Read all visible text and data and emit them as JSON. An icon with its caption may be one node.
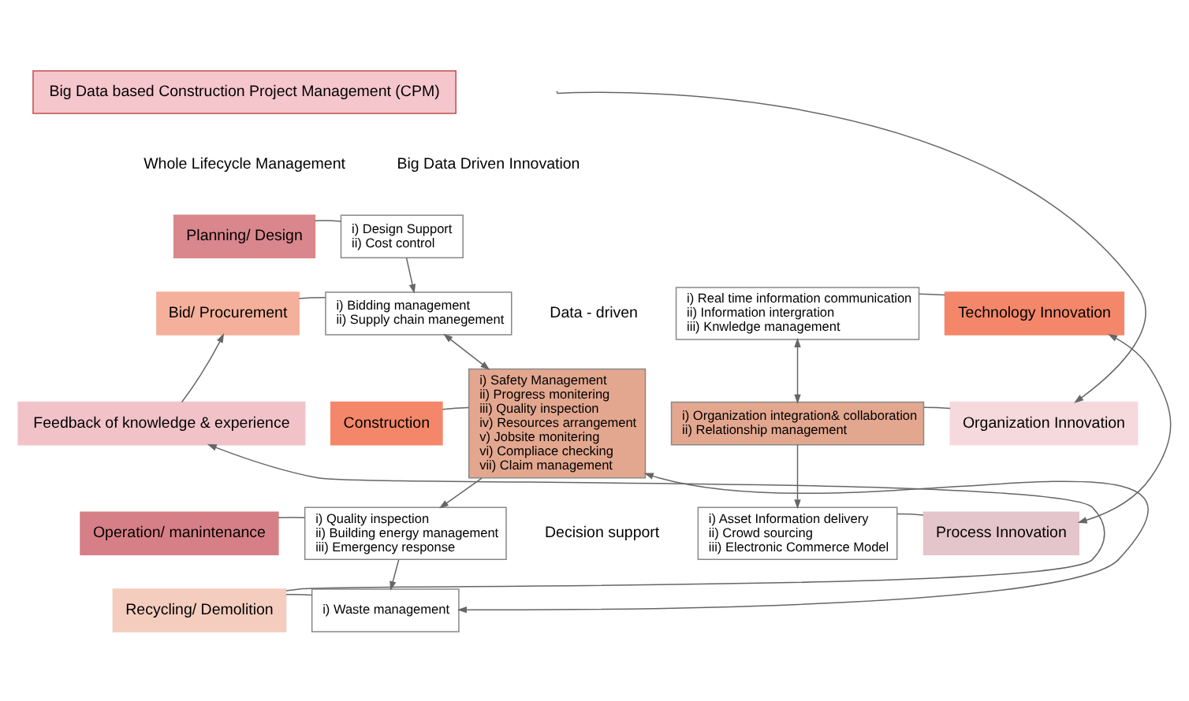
{
  "diagram": {
    "nodes": [
      {
        "text": [
          "Big Data based Construction Project Management (CPM)"
        ]
      },
      {
        "text": [
          "Planning/ Design"
        ]
      },
      {
        "text": [
          "i) Design Support",
          "ii) Cost control"
        ]
      },
      {
        "text": [
          "Bid/ Procurement"
        ]
      },
      {
        "text": [
          "i) Bidding management",
          "ii) Supply chain manegement"
        ]
      },
      {
        "text": [
          "Feedback of knowledge & experience"
        ]
      },
      {
        "text": [
          "Construction"
        ]
      },
      {
        "text": [
          "i) Safety Management",
          "ii) Progress monitering",
          "iii) Quality inspection",
          "iv) Resources arrangement",
          "v) Jobsite monitering",
          "vi) Compliace checking",
          "vii) Claim management"
        ]
      },
      {
        "text": [
          "Operation/ manintenance"
        ]
      },
      {
        "text": [
          "i) Quality inspection",
          "ii) Building energy management",
          "iii) Emergency response"
        ]
      },
      {
        "text": [
          "Recycling/ Demolition"
        ]
      },
      {
        "text": [
          "i) Waste management"
        ]
      },
      {
        "text": [
          "i) Real time information communication",
          "ii) Information intergration",
          "iii) Knwledge management"
        ]
      },
      {
        "text": [
          "Technology Innovation"
        ]
      },
      {
        "text": [
          "i) Organization integration& collaboration",
          "ii) Relationship management"
        ]
      },
      {
        "text": [
          "Organization Innovation"
        ]
      },
      {
        "text": [
          "i) Asset Information delivery",
          "ii) Crowd sourcing",
          "iii) Electronic Commerce Model"
        ]
      },
      {
        "text": [
          "Process Innovation"
        ]
      }
    ],
    "edges": [
      {
        "from": 1,
        "to": 2,
        "arrow": "none"
      },
      {
        "from": 3,
        "to": 4,
        "arrow": "none"
      },
      {
        "from": 6,
        "to": 7,
        "arrow": "none"
      },
      {
        "from": 8,
        "to": 9,
        "arrow": "none"
      },
      {
        "from": 10,
        "to": 11,
        "arrow": "none"
      },
      {
        "from": 2,
        "to": 4,
        "arrow": "to"
      },
      {
        "from": 4,
        "to": 7,
        "arrow": "both"
      },
      {
        "from": 7,
        "to": 9,
        "arrow": "to"
      },
      {
        "from": 9,
        "to": 11,
        "arrow": "to"
      },
      {
        "from": 11,
        "to": 7,
        "arrow": "both"
      },
      {
        "from": 10,
        "to": 5,
        "arrow": "to"
      },
      {
        "from": 5,
        "to": 3,
        "arrow": "to"
      },
      {
        "from": 13,
        "to": 12,
        "arrow": "none"
      },
      {
        "from": 15,
        "to": 14,
        "arrow": "none"
      },
      {
        "from": 17,
        "to": 16,
        "arrow": "none"
      },
      {
        "from": 12,
        "to": 14,
        "arrow": "both"
      },
      {
        "from": 14,
        "to": 16,
        "arrow": "to"
      },
      {
        "from": 17,
        "to": 13,
        "arrow": "both"
      },
      {
        "from": null,
        "to": 15,
        "arrow": "to"
      }
    ],
    "labels": [
      "Whole Lifecycle Management",
      "Big Data Driven Innovation",
      "Data - driven",
      "Decision support"
    ]
  }
}
